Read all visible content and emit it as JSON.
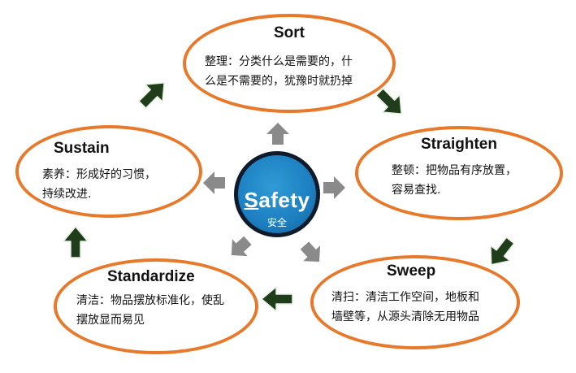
{
  "colors": {
    "ellipse_border": "#e8782a",
    "center_fill": "#1d7fc0",
    "center_border": "#0f1a2a",
    "outer_arrow": "#1f3d1a",
    "inner_arrow": "#8a8a8a"
  },
  "center": {
    "title_initial": "S",
    "title_rest": "afety",
    "subtitle": "安全"
  },
  "steps": {
    "sort": {
      "title": "Sort",
      "line1": "整理：分类什么是需要的，什",
      "line2": "么是不需要的，犹豫时就扔掉"
    },
    "straighten": {
      "title": "Straighten",
      "line1": "整顿：把物品有序放置，",
      "line2": "容易查找."
    },
    "sweep": {
      "title": "Sweep",
      "line1": "清扫：清洁工作空间，地板和",
      "line2": "墙壁等，从源头清除无用物品"
    },
    "standardize": {
      "title": "Standardize",
      "line1": "清洁：物品摆放标准化，使乱",
      "line2": "摆放显而易见"
    },
    "sustain": {
      "title": "Sustain",
      "line1": "素养：形成好的习惯，",
      "line2": "持续改进."
    }
  }
}
